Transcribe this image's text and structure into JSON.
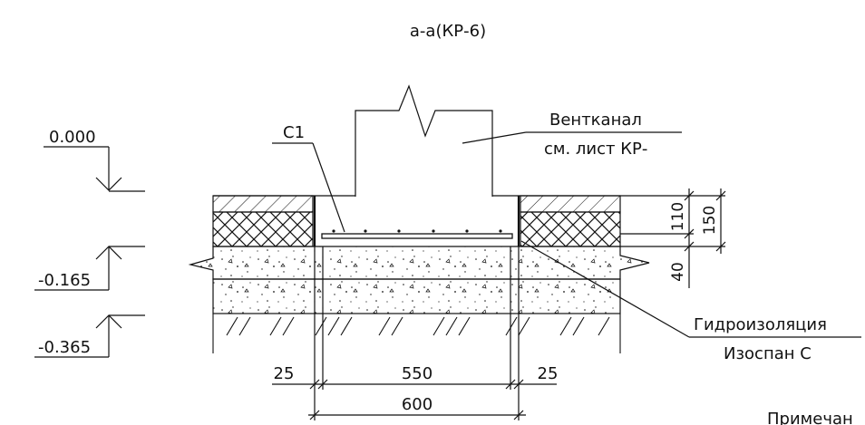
{
  "title": "а-а(КР-6)",
  "levels": {
    "top": "0.000",
    "mid": "-0.165",
    "bottom": "-0.365"
  },
  "labels": {
    "rebar": "С1",
    "vent_line1": "Вентканал",
    "vent_line2": "см. лист КР-",
    "waterproof_line1": "Гидроизоляция",
    "waterproof_line2": "Изоспан С",
    "note": "Примечан"
  },
  "dimensions": {
    "left_gap": "25",
    "inner_width": "550",
    "right_gap": "25",
    "total_width": "600",
    "slab_110": "110",
    "slab_150": "150",
    "bottom_40": "40"
  }
}
